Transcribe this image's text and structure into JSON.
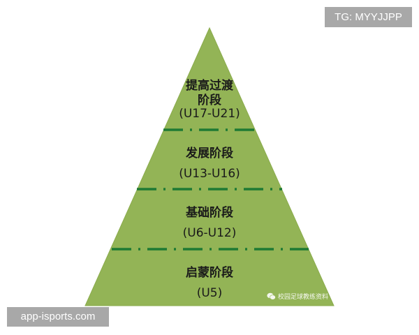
{
  "colors": {
    "pyramid_fill": "#93b456",
    "pyramid_edge": "#8aab4c",
    "divider": "#1e7a34",
    "tag_bg": "#a8a8a8",
    "text": "#1a1a1a"
  },
  "pyramid": {
    "levels": [
      {
        "stage": "提高过渡阶段",
        "stage_line1": "提高过渡",
        "stage_line2": "阶段",
        "age": "(U17-U21)"
      },
      {
        "stage": "发展阶段",
        "age": "(U13-U16)"
      },
      {
        "stage": "基础阶段",
        "age": "(U6-U12)"
      },
      {
        "stage": "启蒙阶段",
        "age": "(U5)"
      }
    ]
  },
  "watermark": {
    "icon": "wechat-icon",
    "text": "校园足球教练资料"
  },
  "overlay": {
    "top_right_tag": "TG: MYYJJPP",
    "bottom_left_tag": "app-isports.com"
  }
}
